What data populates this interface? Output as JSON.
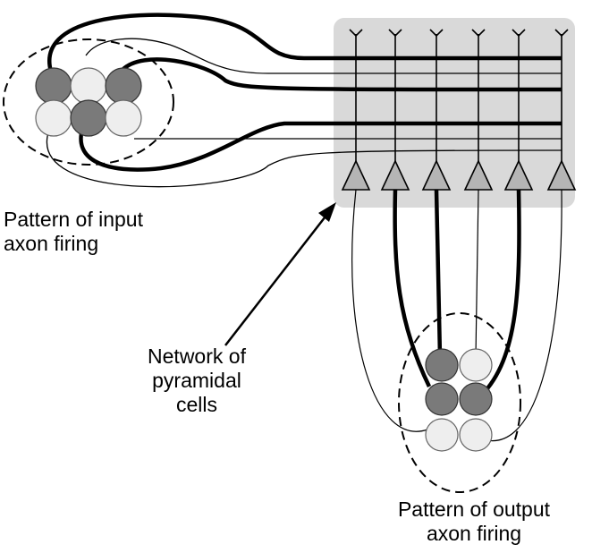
{
  "labels": {
    "input_pattern": [
      "Pattern of input",
      "axon firing"
    ],
    "network": [
      "Network of",
      "pyramidal",
      "cells"
    ],
    "output_pattern": [
      "Pattern of output",
      "axon firing"
    ]
  },
  "colors": {
    "network_box": "#d9d9d9",
    "active_cell": "#7a7a7a",
    "inactive_cell": "#eeeeee",
    "neuron": "#b5b5b5",
    "line": "#000000"
  },
  "input_cells": {
    "top_row": [
      "active",
      "inactive",
      "active"
    ],
    "bottom_row": [
      "inactive",
      "active",
      "inactive"
    ]
  },
  "output_cells": {
    "row_1": [
      "active",
      "inactive"
    ],
    "row_2": [
      "active",
      "active"
    ],
    "row_3": [
      "inactive",
      "inactive"
    ]
  },
  "neurons": {
    "count": 6,
    "strong_output": [
      false,
      true,
      true,
      false,
      true,
      false
    ]
  },
  "input_axons": {
    "strong": [
      true,
      false,
      true,
      false,
      true,
      false
    ]
  }
}
